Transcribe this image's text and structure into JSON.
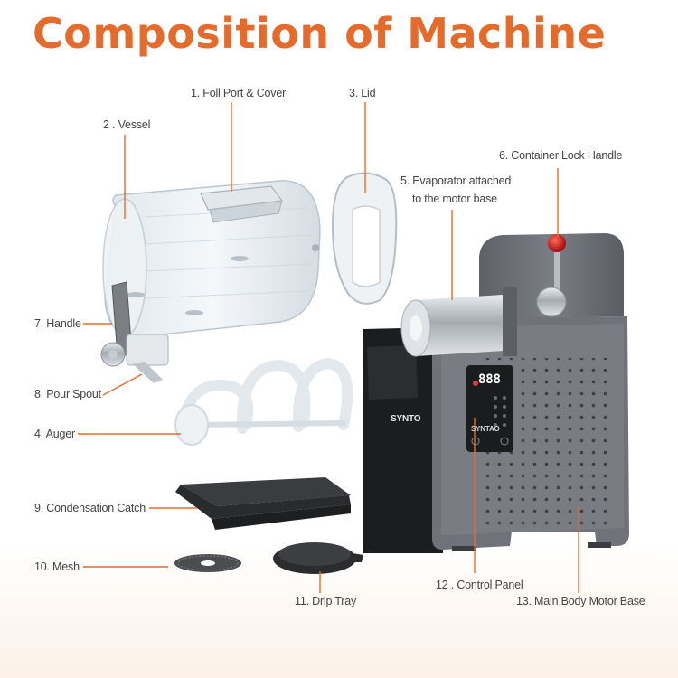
{
  "title": "Composition of Machine",
  "accent_color": "#e56b2c",
  "labels": {
    "fill_port": "1. Foll Port & Cover",
    "vessel": "2 . Vessel",
    "lid": "3. Lid",
    "auger": "4. Auger",
    "evaporator_line1": "5. Evaporator attached",
    "evaporator_line2": "to the motor base",
    "lock_handle": "6. Container Lock Handle",
    "handle": "7. Handle",
    "pour_spout": "8. Pour Spout",
    "condensation_catch": "9. Condensation Catch",
    "mesh": "10. Mesh",
    "drip_tray": "11. Drip Tray",
    "control_panel": "12 . Control Panel",
    "motor_base": "13. Main Body Motor Base"
  },
  "device": {
    "brand_side": "SYNTO",
    "brand_panel": "SYNTAO",
    "display_value": "888"
  }
}
